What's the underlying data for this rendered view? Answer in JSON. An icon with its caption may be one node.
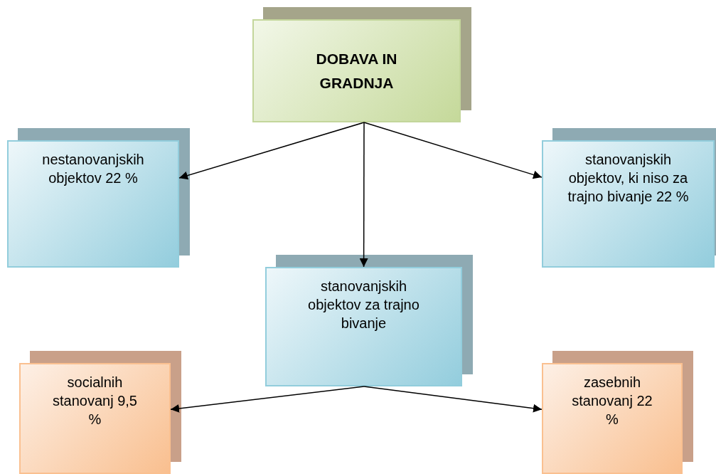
{
  "diagram": {
    "nodes": [
      {
        "text": [
          "DOBAVA IN GRADNJA"
        ]
      },
      {
        "text": [
          "nestanovanjskih objektov 22 %"
        ]
      },
      {
        "text": [
          "stanovanjskih objektov, ki niso za trajno bivanje 22 %"
        ]
      },
      {
        "text": [
          "stanovanjskih objektov za trajno bivanje"
        ]
      },
      {
        "text": [
          "socialnih stanovanj 9,5 %"
        ]
      },
      {
        "text": [
          "zasebnih stanovanj 22 %"
        ]
      }
    ],
    "edges": [
      {
        "from": 0,
        "to": 1,
        "arrow": "to"
      },
      {
        "from": 0,
        "to": 2,
        "arrow": "to"
      },
      {
        "from": 0,
        "to": 3,
        "arrow": "to"
      },
      {
        "from": 3,
        "to": 4,
        "arrow": "to"
      },
      {
        "from": 3,
        "to": 5,
        "arrow": "to"
      }
    ]
  }
}
